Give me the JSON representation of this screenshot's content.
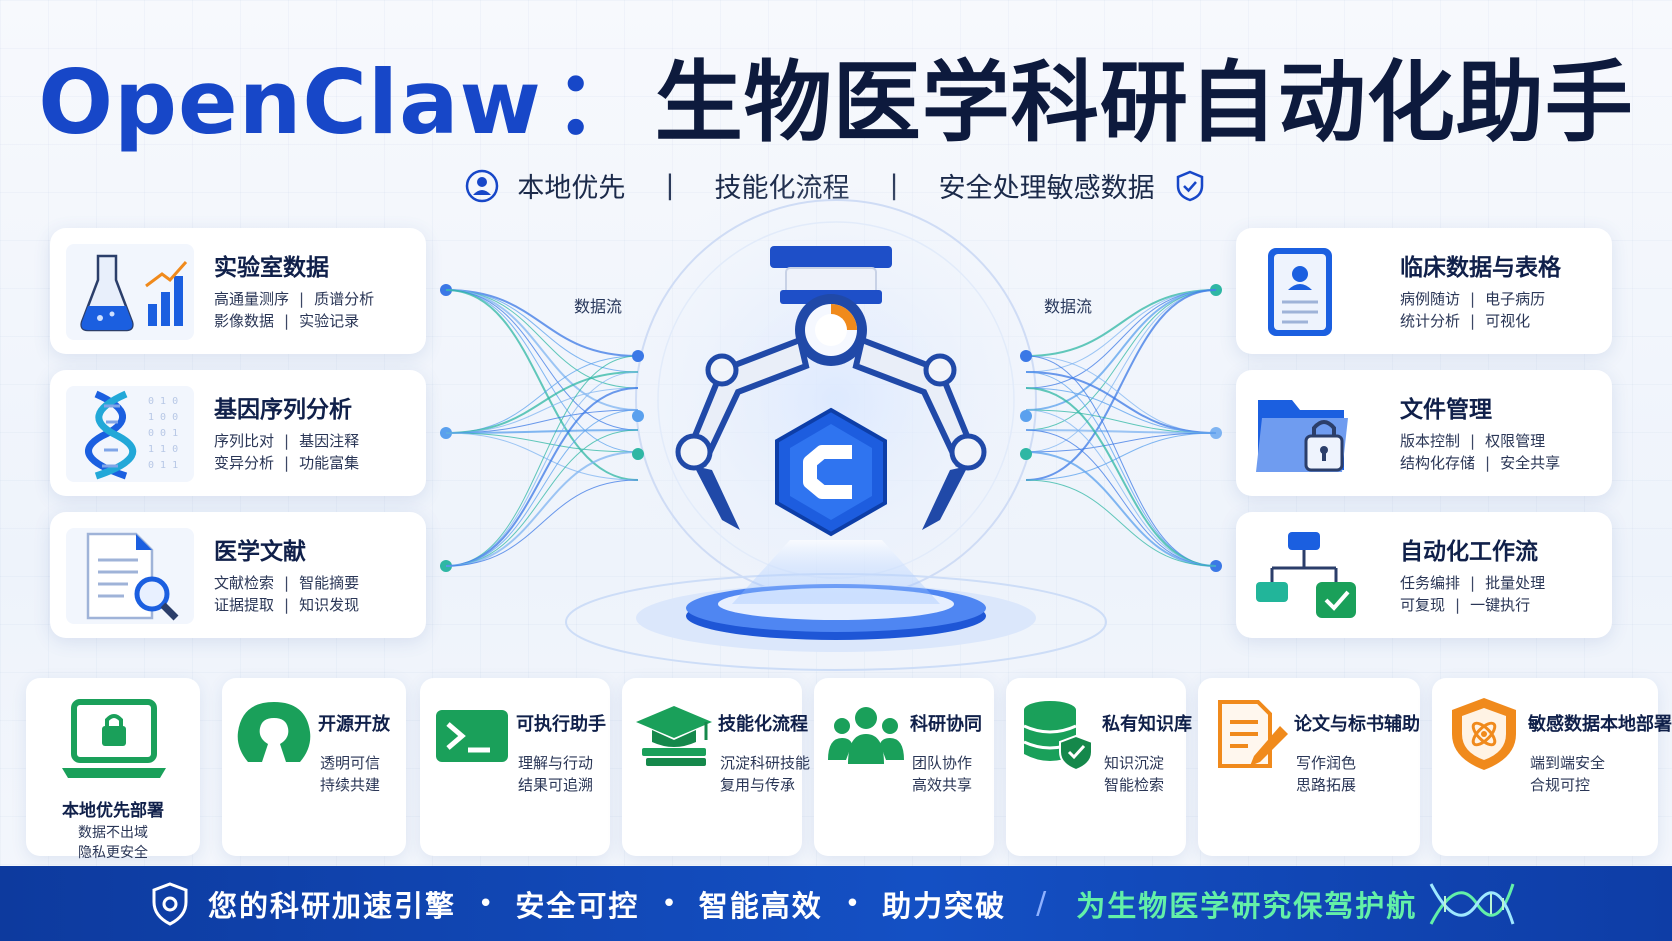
{
  "title": {
    "brand": "OpenClaw",
    "separator": "：",
    "rest": "生物医学科研自动化助手"
  },
  "subtitle": {
    "item1": "本地优先",
    "item2": "技能化流程",
    "item3": "安全处理敏感数据",
    "bar": "|"
  },
  "flow": {
    "left_label": "数据流",
    "right_label": "数据流"
  },
  "left_cards": [
    {
      "title": "实验室数据",
      "a": "高通量测序",
      "b": "质谱分析",
      "c": "影像数据",
      "d": "实验记录",
      "sep": "|"
    },
    {
      "title": "基因序列分析",
      "a": "序列比对",
      "b": "基因注释",
      "c": "变异分析",
      "d": "功能富集",
      "sep": "|"
    },
    {
      "title": "医学文献",
      "a": "文献检索",
      "b": "智能摘要",
      "c": "证据提取",
      "d": "知识发现",
      "sep": "|"
    }
  ],
  "right_cards": [
    {
      "title": "临床数据与表格",
      "a": "病例随访",
      "b": "电子病历",
      "c": "统计分析",
      "d": "可视化",
      "sep": "|"
    },
    {
      "title": "文件管理",
      "a": "版本控制",
      "b": "权限管理",
      "c": "结构化存储",
      "d": "安全共享",
      "sep": "|"
    },
    {
      "title": "自动化工作流",
      "a": "任务编排",
      "b": "批量处理",
      "c": "可复现",
      "d": "一键执行",
      "sep": "|"
    }
  ],
  "features": [
    {
      "title": "本地优先部署",
      "l1": "数据不出域",
      "l2": "隐私更安全"
    },
    {
      "title": "开源开放",
      "l1": "透明可信",
      "l2": "持续共建"
    },
    {
      "title": "可执行助手",
      "l1": "理解与行动",
      "l2": "结果可追溯"
    },
    {
      "title": "技能化流程",
      "l1": "沉淀科研技能",
      "l2": "复用与传承"
    },
    {
      "title": "科研协同",
      "l1": "团队协作",
      "l2": "高效共享"
    },
    {
      "title": "私有知识库",
      "l1": "知识沉淀",
      "l2": "智能检索"
    },
    {
      "title": "论文与标书辅助",
      "l1": "写作润色",
      "l2": "思路拓展"
    },
    {
      "title": "敏感数据本地部署",
      "l1": "端到端安全",
      "l2": "合规可控"
    }
  ],
  "footer": {
    "p1": "您的科研加速引擎",
    "p2": "安全可控",
    "p3": "智能高效",
    "p4": "助力突破",
    "dot": "•",
    "slash": "/",
    "tagline": "为生物医学研究保驾护航"
  },
  "colors": {
    "brand_blue": "#1747c8",
    "footer_blue": "#1450c4",
    "accent_green": "#1aa05a",
    "teal": "#22b59a",
    "orange": "#f08a1c"
  }
}
